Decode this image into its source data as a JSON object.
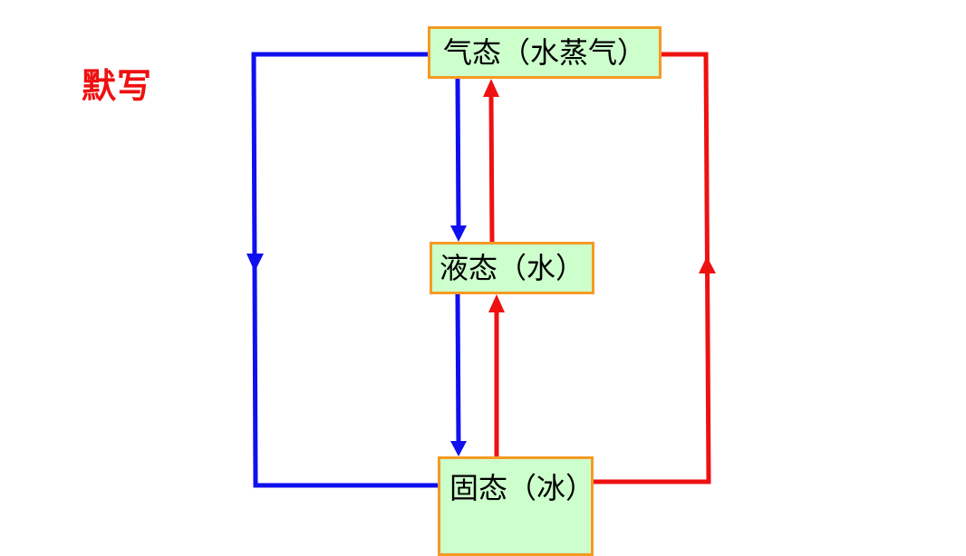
{
  "title": {
    "text": "默写",
    "color": "#ee1111"
  },
  "nodes": {
    "gas": {
      "label": "气态（水蒸气）"
    },
    "liquid": {
      "label": "液态（水）"
    },
    "solid": {
      "label": "固态（冰）"
    }
  },
  "colors": {
    "node_fill": "#ccffcc",
    "node_border": "#f59a23",
    "release_heat_arrow": "#1010ee",
    "absorb_heat_arrow": "#ee1111"
  }
}
